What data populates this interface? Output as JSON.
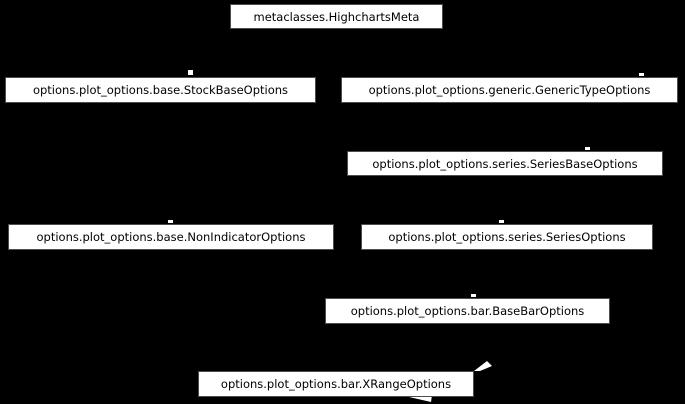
{
  "diagram": {
    "type": "inheritance-diagram",
    "background_color": "#000000",
    "node_fill_color": "#ffffff",
    "node_border_color": "#4d4d4d",
    "node_text_color": "#000000",
    "edge_color": "#000000",
    "nodes": [
      {
        "id": "highcharts-meta",
        "label": "metaclasses.HighchartsMeta"
      },
      {
        "id": "stock-base-options",
        "label": "options.plot_options.base.StockBaseOptions"
      },
      {
        "id": "generic-type-options",
        "label": "options.plot_options.generic.GenericTypeOptions"
      },
      {
        "id": "series-base-options",
        "label": "options.plot_options.series.SeriesBaseOptions"
      },
      {
        "id": "non-indicator-options",
        "label": "options.plot_options.base.NonIndicatorOptions"
      },
      {
        "id": "series-options",
        "label": "options.plot_options.series.SeriesOptions"
      },
      {
        "id": "base-bar-options",
        "label": "options.plot_options.bar.BaseBarOptions"
      },
      {
        "id": "x-range-options",
        "label": "options.plot_options.bar.XRangeOptions"
      }
    ],
    "edges": [
      {
        "from": "stock-base-options",
        "to": "highcharts-meta"
      },
      {
        "from": "generic-type-options",
        "to": "highcharts-meta"
      },
      {
        "from": "series-base-options",
        "to": "generic-type-options"
      },
      {
        "from": "non-indicator-options",
        "to": "stock-base-options"
      },
      {
        "from": "series-options",
        "to": "series-base-options"
      },
      {
        "from": "series-options",
        "to": "non-indicator-options"
      },
      {
        "from": "base-bar-options",
        "to": "series-options"
      },
      {
        "from": "x-range-options",
        "to": "base-bar-options"
      }
    ]
  }
}
